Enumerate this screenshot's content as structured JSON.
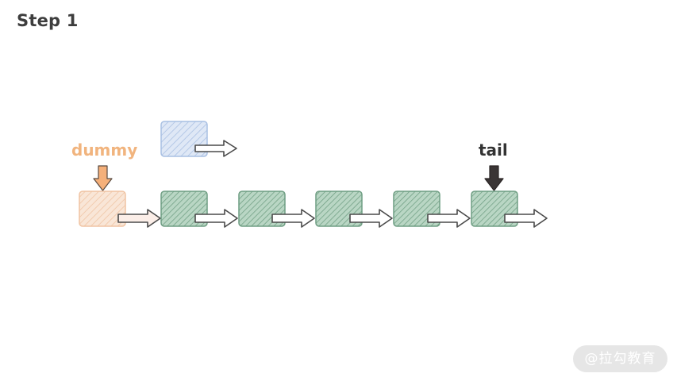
{
  "title": "Step 1",
  "labels": {
    "dummy": "dummy",
    "tail": "tail"
  },
  "watermark": "@拉勾教育",
  "colors": {
    "dummy_node_fill": "#f6d7c0",
    "dummy_node_stroke": "#f0c4a3",
    "dummy_label": "#f1b47e",
    "new_node_fill": "#c9d8ef",
    "new_node_stroke": "#a9c0e3",
    "list_node_fill": "#a9cdb7",
    "list_node_stroke": "#6f9e83",
    "tail_pointer": "#3a3535",
    "dummy_pointer": "#f5b07a",
    "arrow_stroke": "#4a4a4a"
  },
  "diagram": {
    "new_node": "unlinked node with outgoing arrow",
    "dummy_node": "dummy head node",
    "list_nodes": 5,
    "tail_index": 4
  }
}
